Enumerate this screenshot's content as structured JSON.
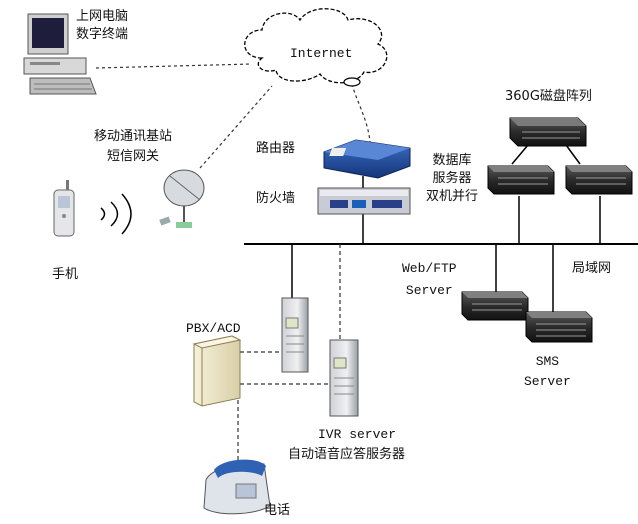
{
  "title": "",
  "nodes": {
    "internet": "Internet",
    "pc": "上网电脑\n数字终端",
    "base_station": "移动通讯基站\n短信网关",
    "mobile_phone": "手机",
    "router": "路由器",
    "firewall": "防火墙",
    "storage_array": "360G磁盘阵列",
    "db_servers": "数据库\n服务器\n双机并行",
    "web_ftp_server": "Web/FTP\nServer",
    "lan": "局域网",
    "sms_server": "SMS\nServer",
    "pbx": "PBX/ACD",
    "ivr_server": "IVR server",
    "ivr_server_cn": "自动语音应答服务器",
    "telephone": "电话"
  },
  "colors": {
    "line": "#000000",
    "dash": "#333333",
    "server_dark": "#2a2a2a",
    "router_blue": "#1f4e9e",
    "firewall_silver": "#c9ccd4",
    "phone_blue": "#2f62b5"
  },
  "icons": [
    "desktop-computer-icon",
    "cloud-icon",
    "router-icon",
    "firewall-icon",
    "disk-array-icon",
    "rack-server-icon",
    "tower-server-icon",
    "pbx-cabinet-icon",
    "mobile-phone-icon",
    "satellite-dish-icon",
    "desk-telephone-icon"
  ]
}
